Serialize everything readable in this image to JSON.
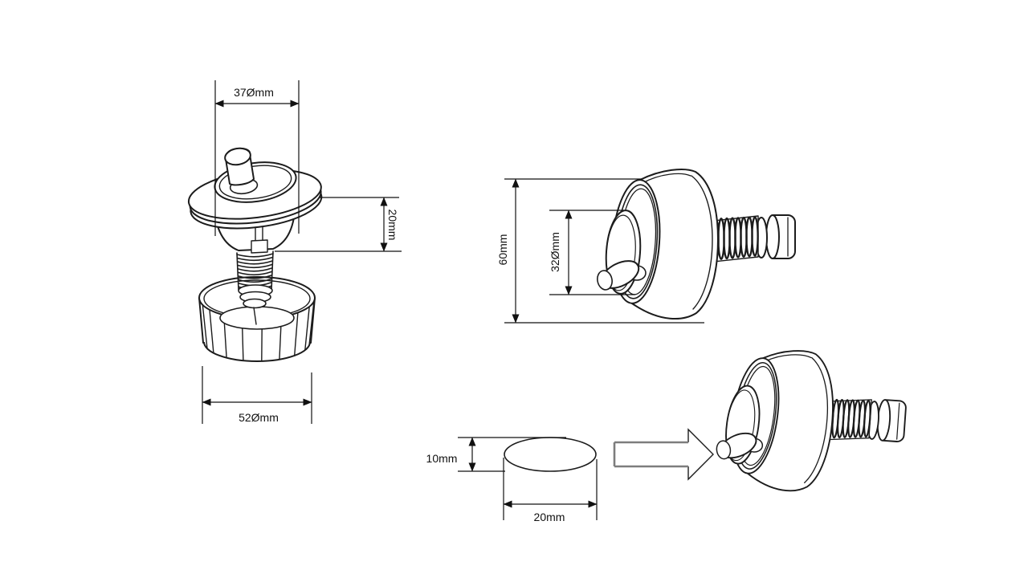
{
  "canvas": {
    "background": "#ffffff",
    "line_color": "#1c1c1c",
    "dim_color": "#111111",
    "arrow_outline_color": "#7d7d7d"
  },
  "figures": {
    "exploded_view": {
      "dims": {
        "cap_diameter": "37Ømm",
        "cap_height": "20mm",
        "nut_diameter": "52Ømm"
      }
    },
    "assembled_view": {
      "dims": {
        "overall_height": "60mm",
        "face_diameter": "32Ømm"
      }
    },
    "seal_profile": {
      "dims": {
        "thickness": "10mm",
        "width": "20mm"
      }
    }
  }
}
